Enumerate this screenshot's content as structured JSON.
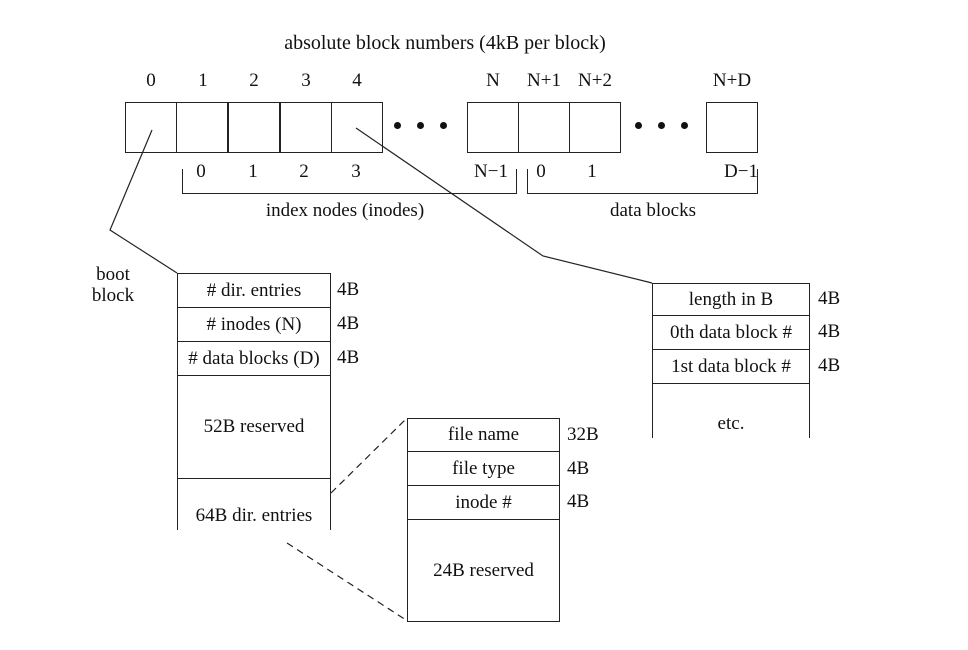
{
  "title": "absolute block numbers (4kB per block)",
  "colors": {
    "line": "#222222",
    "background": "#ffffff",
    "text": "#111111"
  },
  "blocks": {
    "abs_left": [
      "0",
      "1",
      "2",
      "3",
      "4"
    ],
    "abs_mid": [
      "N",
      "N+1",
      "N+2"
    ],
    "abs_right": "N+D",
    "rel_left": [
      "0",
      "1",
      "2",
      "3"
    ],
    "rel_n": "N−1",
    "rel_mid": [
      "0",
      "1"
    ],
    "rel_d": "D−1"
  },
  "group_labels": {
    "inodes": "index nodes (inodes)",
    "data_blocks": "data blocks"
  },
  "boot_block": {
    "line1": "boot",
    "line2": "block"
  },
  "superblock": {
    "rows": [
      {
        "label": "# dir. entries",
        "size": "4B"
      },
      {
        "label": "# inodes (N)",
        "size": "4B"
      },
      {
        "label": "# data blocks (D)",
        "size": "4B"
      }
    ],
    "reserved_label": "52B reserved",
    "entries_label": "64B dir. entries"
  },
  "inode_struct": {
    "rows": [
      {
        "label": "length in B",
        "size": "4B"
      },
      {
        "label": "0th data block #",
        "size": "4B"
      },
      {
        "label": "1st data block #",
        "size": "4B"
      }
    ],
    "etc_label": "etc."
  },
  "dir_entry": {
    "rows": [
      {
        "label": "file name",
        "size": "32B"
      },
      {
        "label": "file type",
        "size": "4B"
      },
      {
        "label": "inode #",
        "size": "4B"
      }
    ],
    "reserved_label": "24B reserved"
  }
}
